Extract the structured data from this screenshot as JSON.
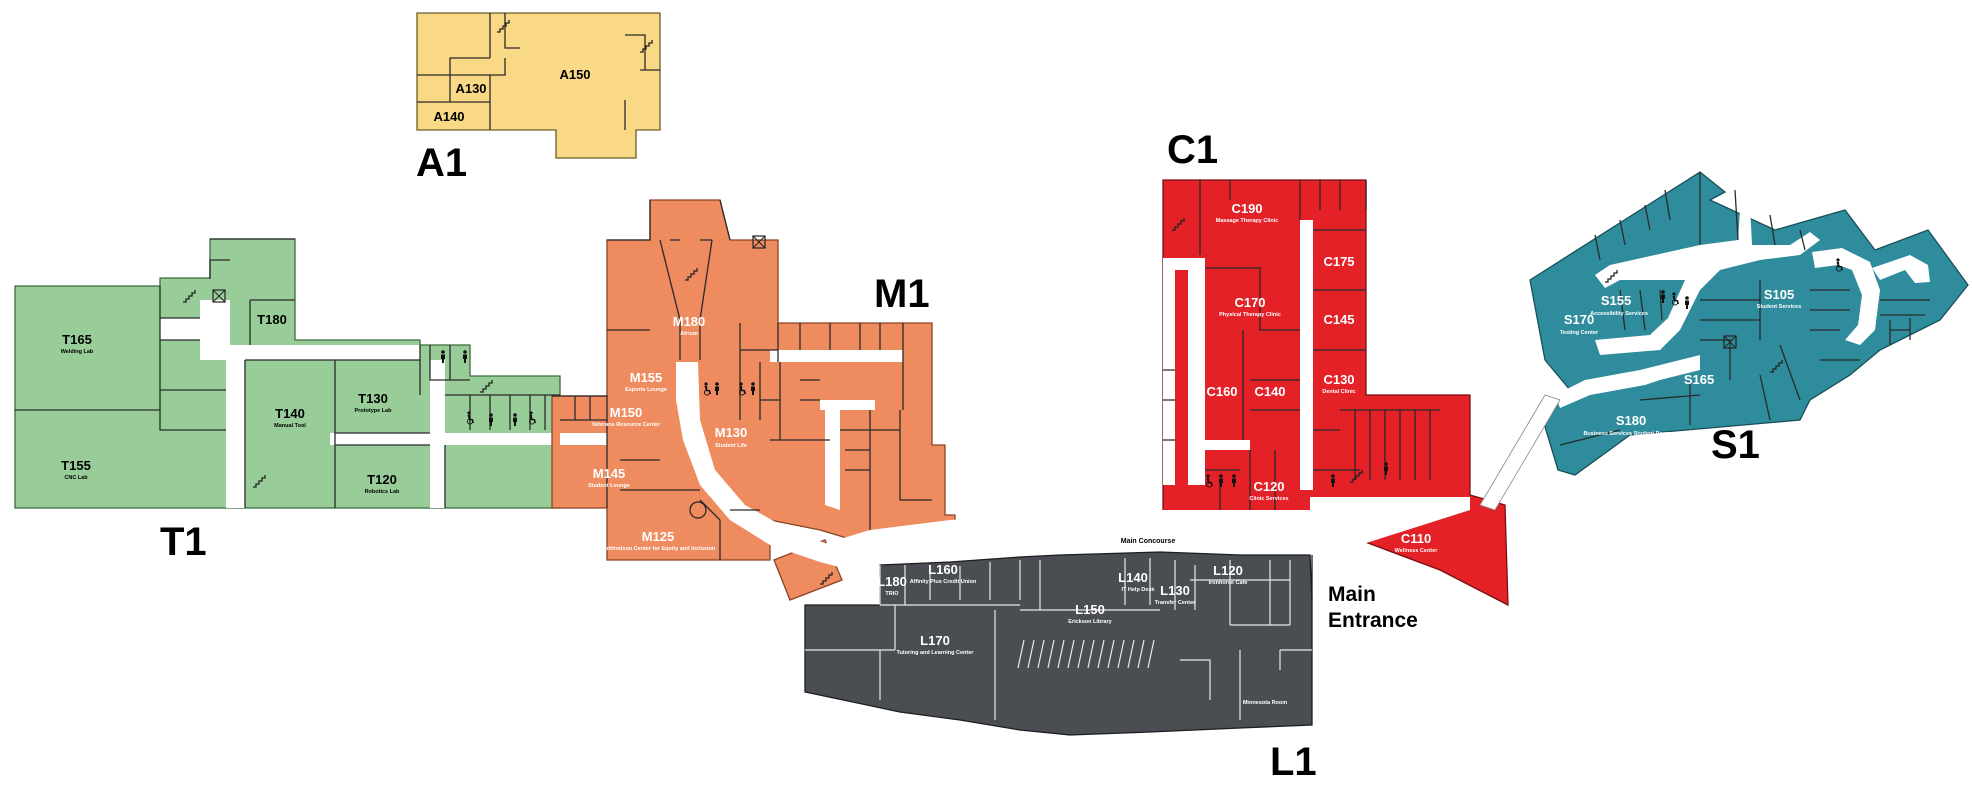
{
  "colors": {
    "A": "#f9d986",
    "T": "#98cc98",
    "M": "#ee8b5f",
    "C": "#e32127",
    "S": "#2e8c9c",
    "L": "#4a4d52",
    "corridor": "#ffffff",
    "label_dark": "#000000",
    "label_light": "#ffffff"
  },
  "wings": {
    "A": "A1",
    "T": "T1",
    "M": "M1",
    "C": "C1",
    "S": "S1",
    "L": "L1"
  },
  "labels": {
    "main_concourse": "Main Concourse",
    "main_entrance_line1": "Main",
    "main_entrance_line2": "Entrance"
  },
  "rooms": {
    "A150": {
      "code": "A150"
    },
    "A130": {
      "code": "A130"
    },
    "A140": {
      "code": "A140"
    },
    "T165": {
      "code": "T165",
      "name": "Welding Lab"
    },
    "T155": {
      "code": "T155",
      "name": "CNC Lab"
    },
    "T180": {
      "code": "T180"
    },
    "T140": {
      "code": "T140",
      "name": "Manual Tool"
    },
    "T130": {
      "code": "T130",
      "name": "Prototype Lab"
    },
    "T120": {
      "code": "T120",
      "name": "Robotics Lab"
    },
    "M180": {
      "code": "M180",
      "name": "Atrium"
    },
    "M155": {
      "code": "M155",
      "name": "Esports Lounge"
    },
    "M150": {
      "code": "M150",
      "name": "Veterans Resource Center"
    },
    "M130": {
      "code": "M130",
      "name": "Student Life"
    },
    "M145": {
      "code": "M145",
      "name": "Student Lounge"
    },
    "M125": {
      "code": "M125",
      "name": "Gottfredson Center for Equity and Inclusion"
    },
    "C190": {
      "code": "C190",
      "name": "Massage Therapy Clinic"
    },
    "C175": {
      "code": "C175"
    },
    "C170": {
      "code": "C170",
      "name": "Physical Therapy Clinic"
    },
    "C145": {
      "code": "C145"
    },
    "C130": {
      "code": "C130",
      "name": "Dental Clinic"
    },
    "C160": {
      "code": "C160"
    },
    "C140": {
      "code": "C140"
    },
    "C120": {
      "code": "C120",
      "name": "Clinic Services"
    },
    "C110": {
      "code": "C110",
      "name": "Wellness Center"
    },
    "S155": {
      "code": "S155",
      "name": "Accessibility Services"
    },
    "S170": {
      "code": "S170",
      "name": "Testing Center"
    },
    "S105": {
      "code": "S105",
      "name": "Student Services"
    },
    "S165": {
      "code": "S165"
    },
    "S180": {
      "code": "S180",
      "name": "Business Services Student Payment"
    },
    "L180": {
      "code": "L180",
      "name": "TRIO"
    },
    "L160": {
      "code": "L160",
      "name": "Affinity Plus Credit Union"
    },
    "L150": {
      "code": "L150",
      "name": "Erickson Library"
    },
    "L140": {
      "code": "L140",
      "name": "IT Help Desk"
    },
    "L130": {
      "code": "L130",
      "name": "Transfer Center"
    },
    "L120": {
      "code": "L120",
      "name": "Ironhorse Cafe"
    },
    "L170": {
      "code": "L170",
      "name": "Tutoring and Learning Center"
    },
    "L_room": {
      "name": "Minnesota Room"
    }
  },
  "icons": [
    "stairs-icon",
    "elevator-icon",
    "restroom-icon",
    "accessible-icon"
  ]
}
